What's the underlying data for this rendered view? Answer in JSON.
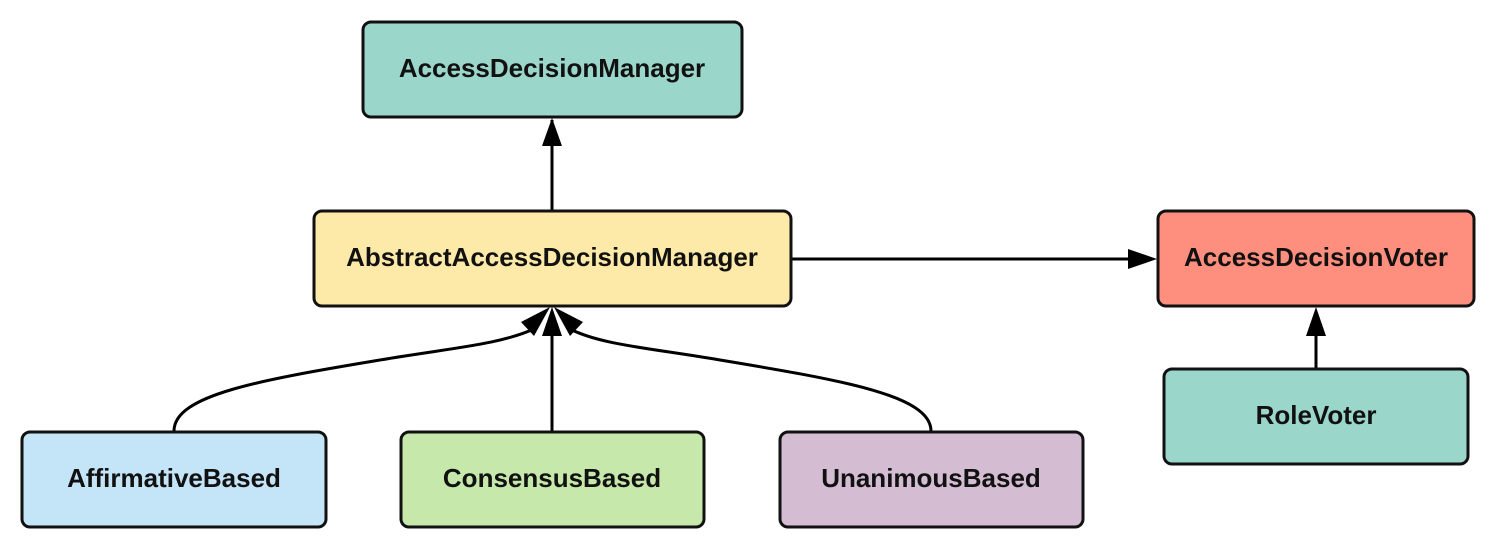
{
  "nodes": {
    "access_decision_manager": {
      "label": "AccessDecisionManager",
      "color": "#9bd6cb"
    },
    "abstract_access_decision_manager": {
      "label": "AbstractAccessDecisionManager",
      "color": "#fde9a8"
    },
    "access_decision_voter": {
      "label": "AccessDecisionVoter",
      "color": "#fe8e7e"
    },
    "role_voter": {
      "label": "RoleVoter",
      "color": "#9bd6cb"
    },
    "affirmative_based": {
      "label": "AffirmativeBased",
      "color": "#c4e4f8"
    },
    "consensus_based": {
      "label": "ConsensusBased",
      "color": "#c6e8ab"
    },
    "unanimous_based": {
      "label": "UnanimousBased",
      "color": "#d4bcd3"
    }
  },
  "edges": [
    {
      "from": "abstract_access_decision_manager",
      "to": "access_decision_manager"
    },
    {
      "from": "abstract_access_decision_manager",
      "to": "access_decision_voter"
    },
    {
      "from": "role_voter",
      "to": "access_decision_voter"
    },
    {
      "from": "affirmative_based",
      "to": "abstract_access_decision_manager"
    },
    {
      "from": "consensus_based",
      "to": "abstract_access_decision_manager"
    },
    {
      "from": "unanimous_based",
      "to": "abstract_access_decision_manager"
    }
  ],
  "style": {
    "stroke_color": "#000000",
    "border_color": "#111111"
  }
}
